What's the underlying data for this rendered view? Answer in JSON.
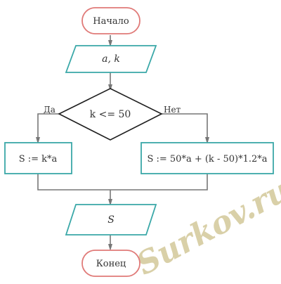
{
  "flowchart": {
    "start": "Начало",
    "input": "a, k",
    "condition": "k <= 50",
    "yes_label": "Да",
    "no_label": "Нет",
    "yes_action": "S := k*a",
    "no_action": "S := 50*a + (k - 50)*1.2*a",
    "output": "S",
    "end": "Конец"
  },
  "watermark": "Surkov.ru",
  "colors": {
    "terminal_border": "#e07a78",
    "process_border": "#3aa8a8",
    "connector": "#777777"
  }
}
